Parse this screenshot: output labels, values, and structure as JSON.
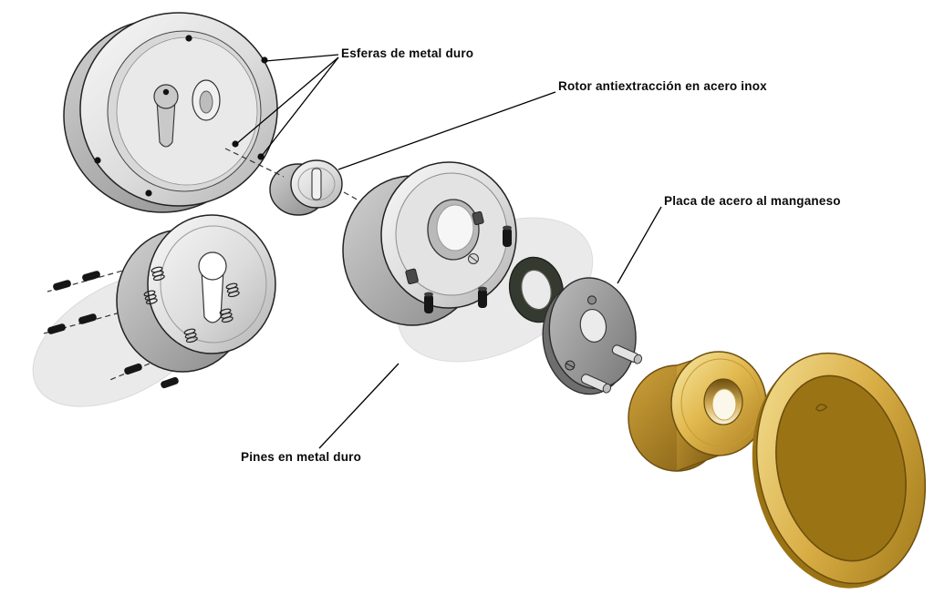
{
  "diagram": {
    "type": "exploded-view",
    "subject": "security lock cylinder escutcheon",
    "background": "#ffffff",
    "labels": {
      "esferas": "Esferas de metal duro",
      "rotor": "Rotor antiextracción en acero inox",
      "placa": "Placa de acero al manganeso",
      "pines": "Pines en metal duro"
    },
    "colors": {
      "steel_light": "#f3f3f3",
      "steel_mid": "#c9c9c9",
      "steel_dark": "#8f8f8f",
      "pin_black": "#161616",
      "plate_gray": "#9c9c9c",
      "oring_dark": "#343a30",
      "brass_light": "#f6e49a",
      "brass_mid": "#d9ad45",
      "brass_dark": "#9a7414",
      "line": "#000000"
    }
  }
}
